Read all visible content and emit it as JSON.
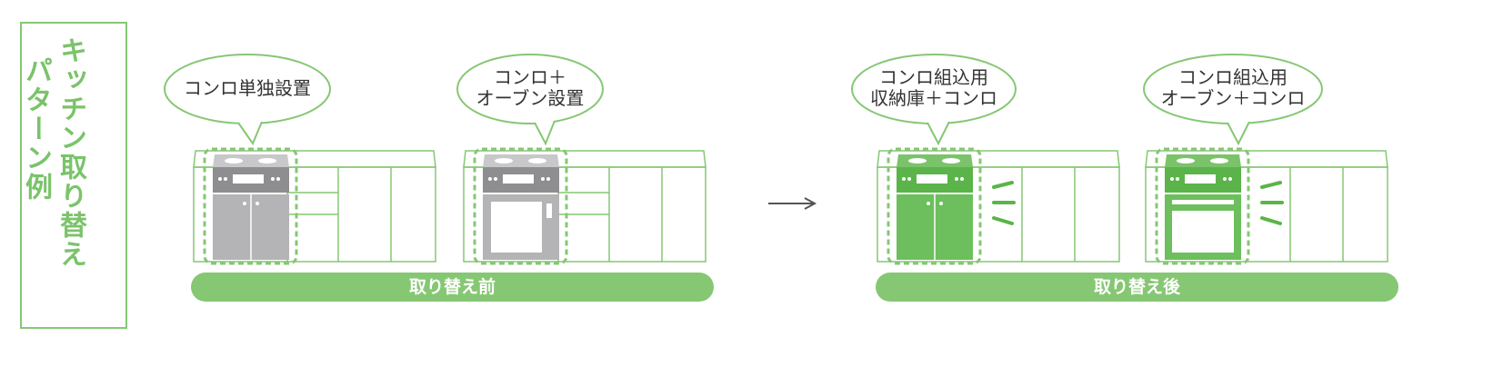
{
  "side_title": {
    "line1": "キッチン取り替え",
    "line2": "パターン例"
  },
  "before": {
    "bar_label": "取り替え前",
    "scenes": [
      {
        "bubble": "コンロ単独設置"
      },
      {
        "bubble": "コンロ＋\nオーブン設置"
      }
    ]
  },
  "after": {
    "bar_label": "取り替え後",
    "scenes": [
      {
        "bubble": "コンロ組込用\n収納庫＋コンロ"
      },
      {
        "bubble": "コンロ組込用\nオーブン＋コンロ"
      }
    ]
  },
  "arrow_icon": "right-arrow-icon",
  "colors": {
    "green": "#86c774",
    "green_dark": "#5bb449",
    "gray": "#b4b4b6",
    "gray_dark": "#8e8e90"
  }
}
